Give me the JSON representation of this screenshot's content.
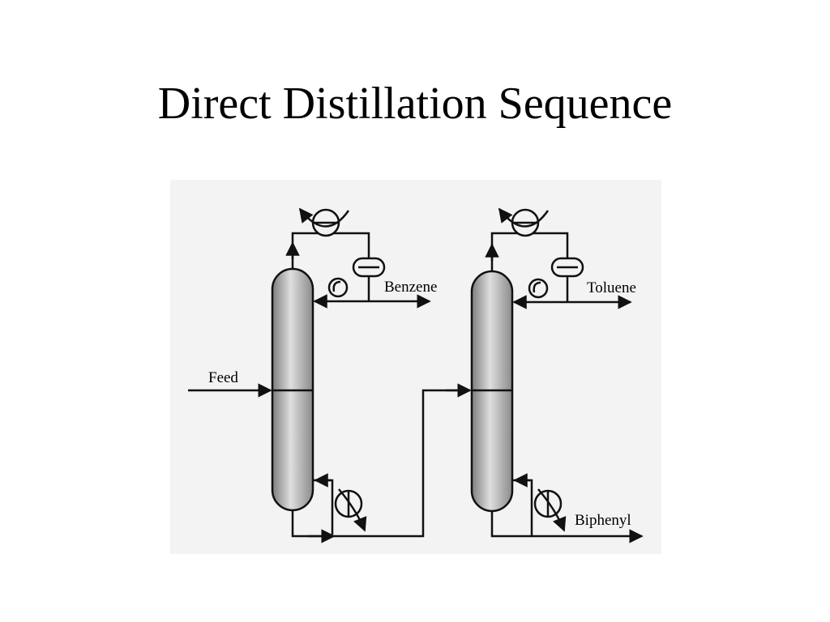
{
  "title": "Direct Distillation Sequence",
  "streams": {
    "feed": "Feed",
    "column1_distillate": "Benzene",
    "column2_distillate": "Toluene",
    "column2_bottoms": "Biphenyl"
  },
  "colors": {
    "background": "#ffffff",
    "figure_background": "#f3f3f3",
    "line": "#111111",
    "column_dark": "#8a8a8a",
    "column_light": "#dcdcdc"
  },
  "icons": {
    "condenser": "condenser-icon",
    "reboiler": "reboiler-icon",
    "reflux_drum": "reflux-drum-icon",
    "pump": "pump-icon"
  }
}
